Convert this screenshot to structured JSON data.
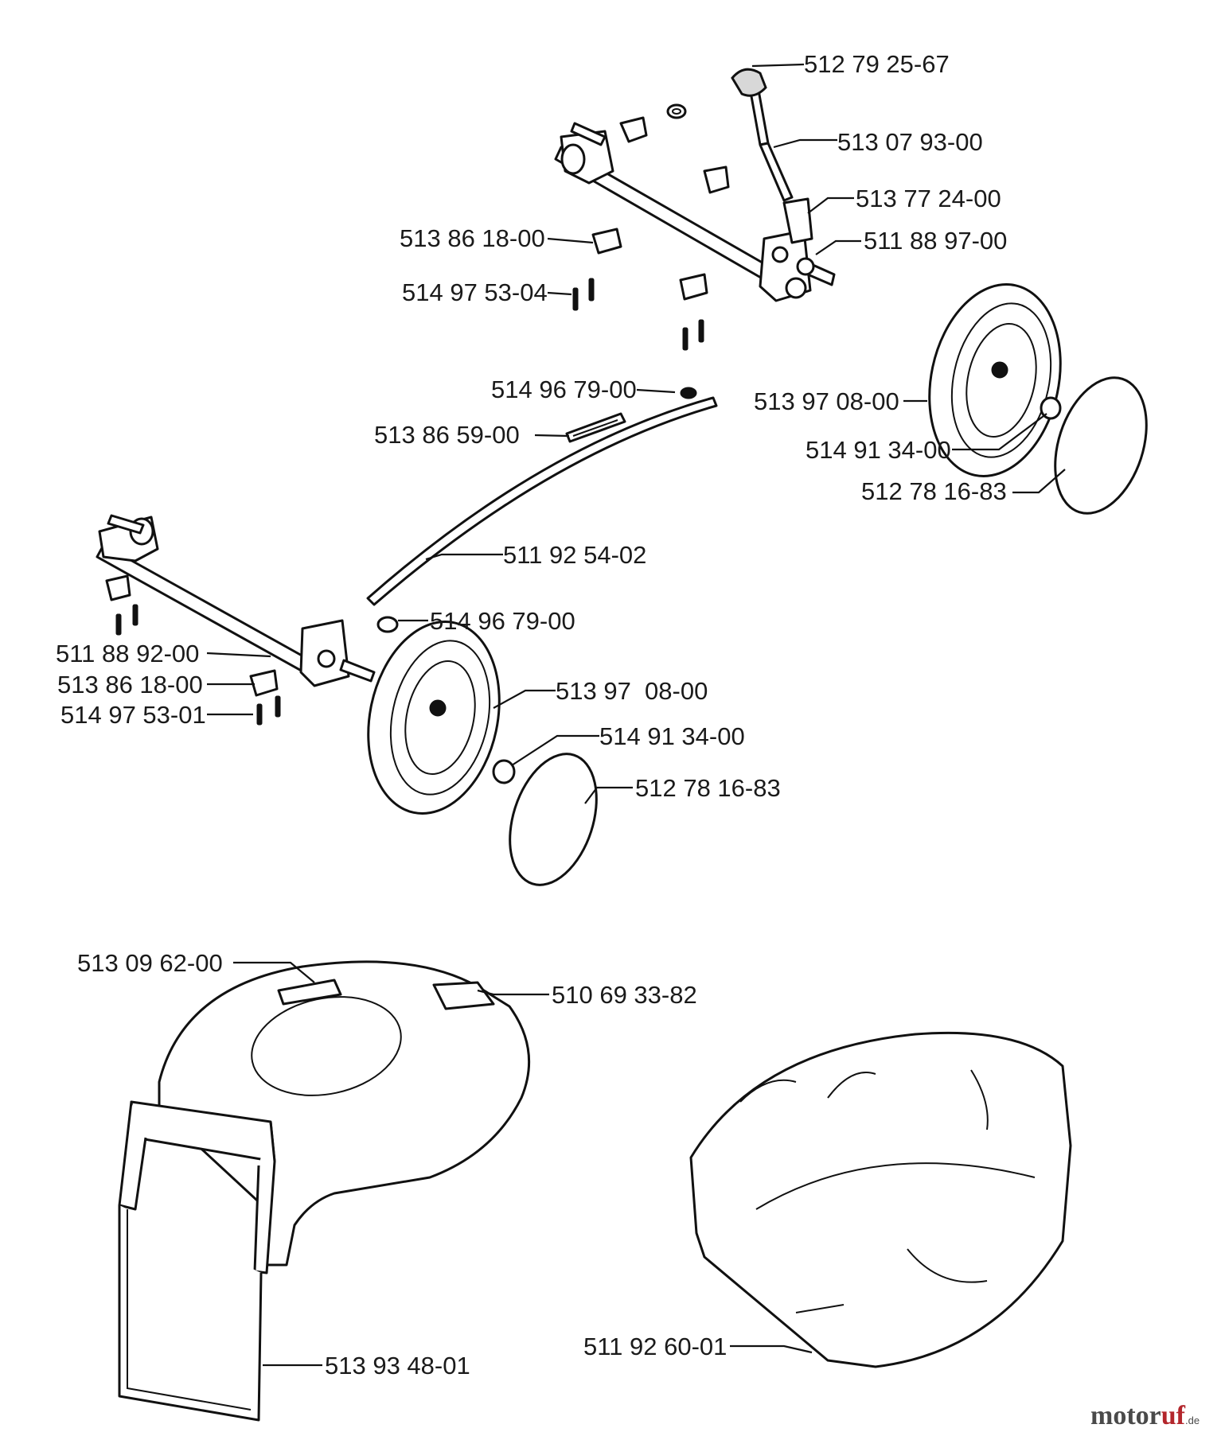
{
  "callouts": [
    {
      "id": "lever-knob",
      "text": "512 79 25-67"
    },
    {
      "id": "height-lever",
      "text": "513 07 93-00"
    },
    {
      "id": "lever-bracket",
      "text": "513 77 24-00"
    },
    {
      "id": "rear-axle",
      "text": "511 88 97-00"
    },
    {
      "id": "rear-clip",
      "text": "513 86 18-00"
    },
    {
      "id": "rear-screw",
      "text": "514 97 53-04"
    },
    {
      "id": "washer-upper",
      "text": "514 96 79-00"
    },
    {
      "id": "rear-wheel",
      "text": "513 97 08-00"
    },
    {
      "id": "spring",
      "text": "513 86 59-00"
    },
    {
      "id": "rear-nut",
      "text": "514 91 34-00"
    },
    {
      "id": "rear-hubcap",
      "text": "512 78 16-83"
    },
    {
      "id": "link-rod",
      "text": "511 92 54-02"
    },
    {
      "id": "washer-lower",
      "text": "514 96 79-00"
    },
    {
      "id": "front-axle",
      "text": "511 88 92-00"
    },
    {
      "id": "front-clip",
      "text": "513 86 18-00"
    },
    {
      "id": "front-screw",
      "text": "514 97 53-01"
    },
    {
      "id": "front-wheel",
      "text": "513 97  08-00"
    },
    {
      "id": "front-nut",
      "text": "514 91 34-00"
    },
    {
      "id": "front-hubcap",
      "text": "512 78 16-83"
    },
    {
      "id": "decal",
      "text": "513 09 62-00"
    },
    {
      "id": "grass-collector-cover",
      "text": "510 69 33-82"
    },
    {
      "id": "collector-frame",
      "text": "513 93 48-01"
    },
    {
      "id": "collector-bag",
      "text": "511 92 60-01"
    }
  ],
  "watermark": {
    "main": "motor",
    "accent": "uf",
    "suffix": ".de"
  }
}
